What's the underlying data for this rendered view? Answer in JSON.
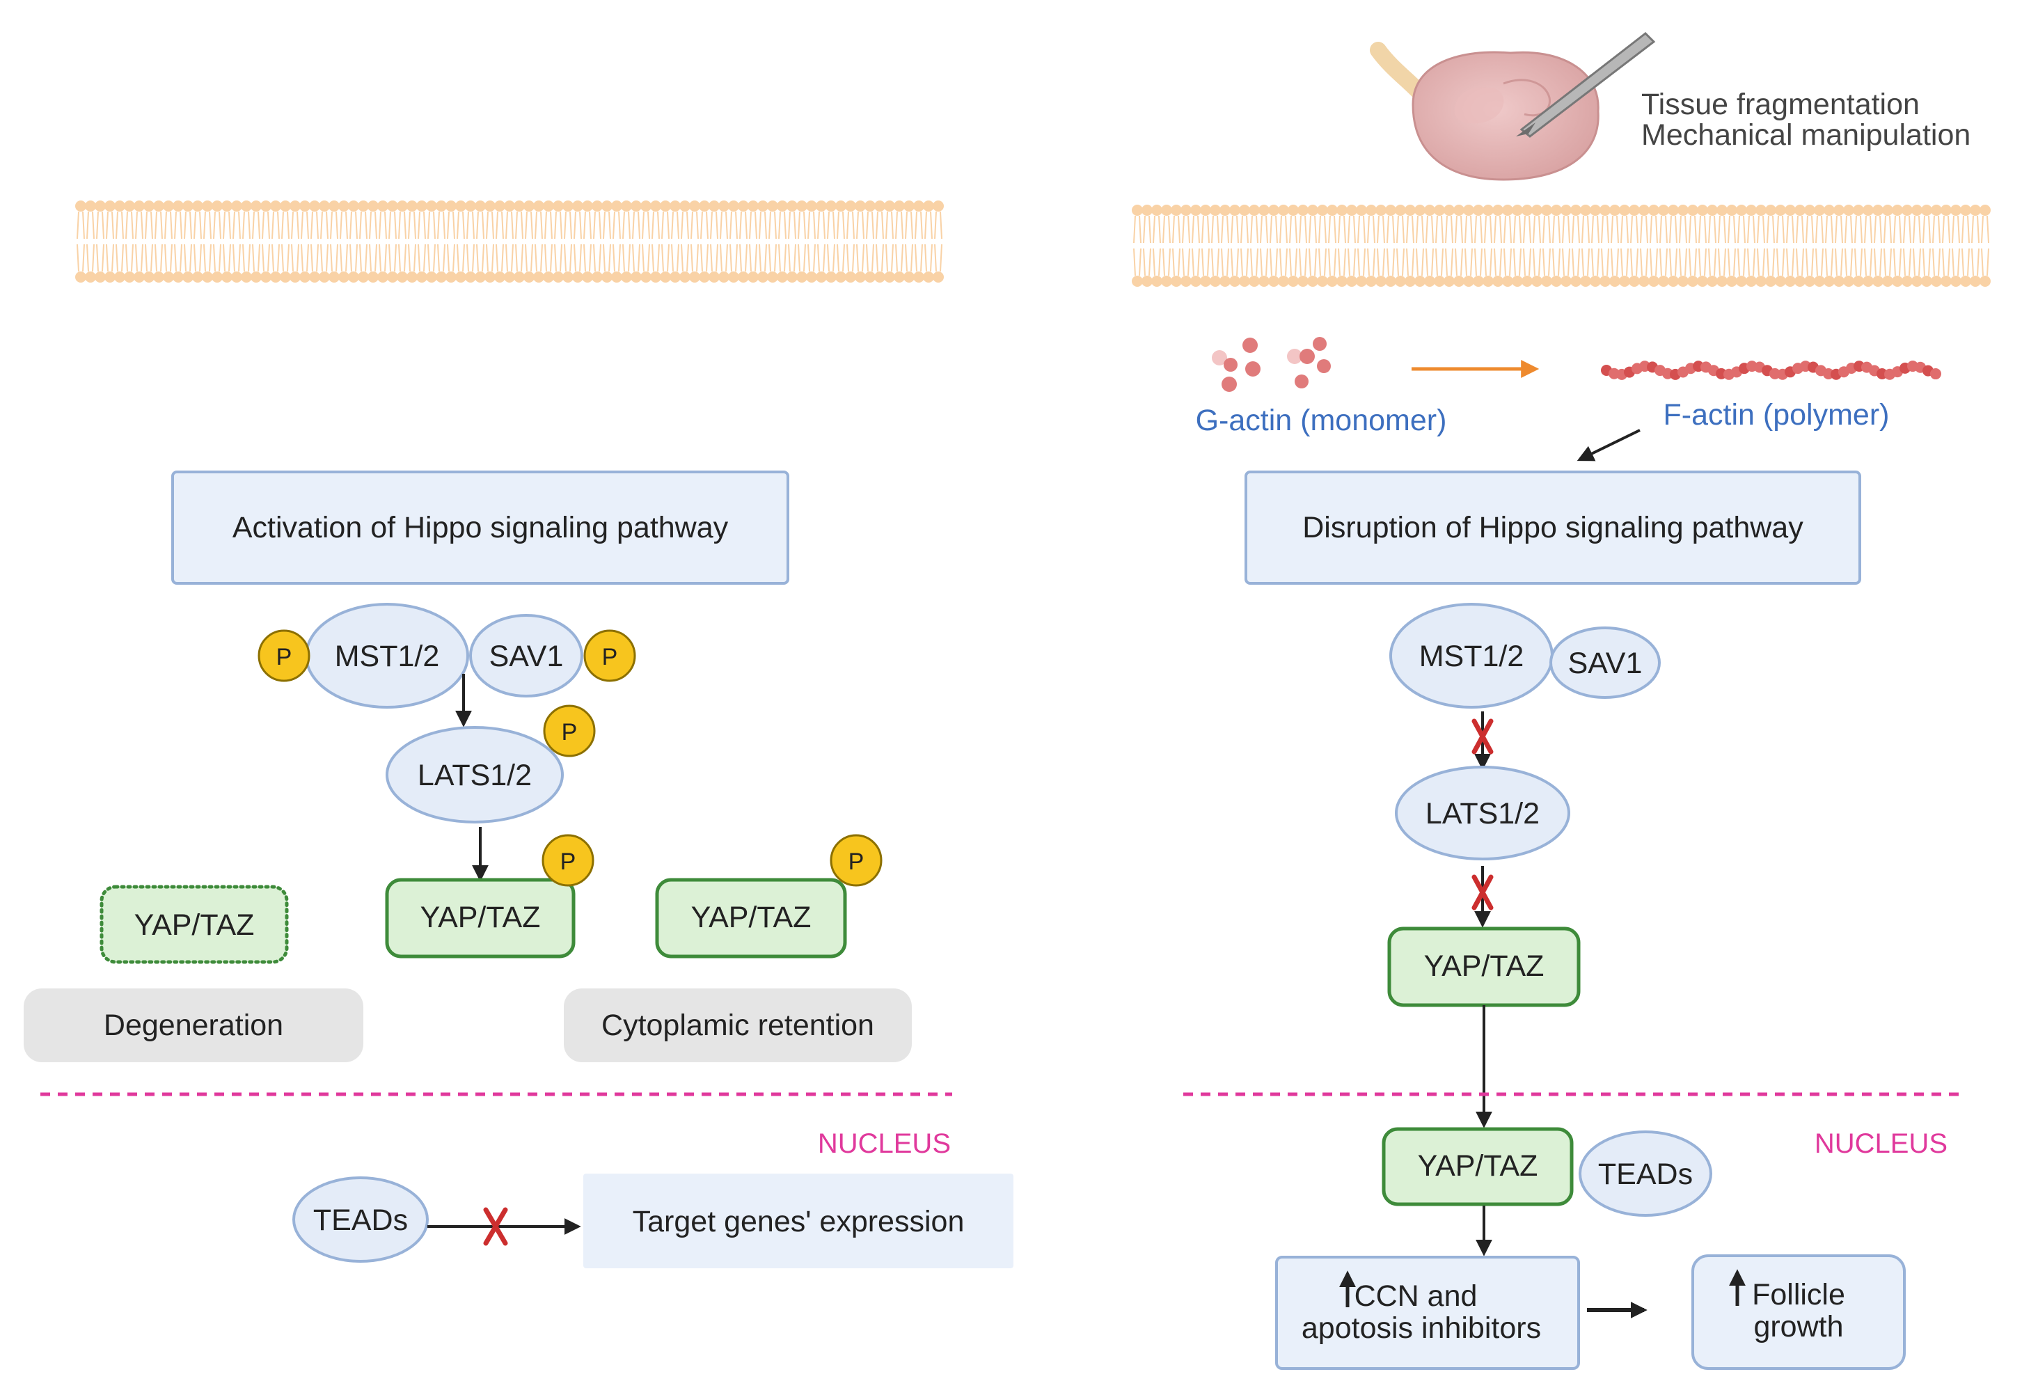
{
  "colors": {
    "membrane": "#f9d2a6",
    "box_fill": "#e9f0fa",
    "box_stroke": "#98b2d8",
    "oval_fill": "#e4ecf8",
    "oval_stroke": "#98b2d8",
    "green_fill": "#dcf1d6",
    "green_stroke": "#3e8b3a",
    "gray_fill": "#e5e5e5",
    "phospho_fill": "#f7c51e",
    "phospho_stroke": "#8c7000",
    "nucleus_line": "#e0399c",
    "actin_label": "#3d6fbf",
    "orange_arrow": "#ee8a2e",
    "x_mark": "#cc2e2e",
    "text": "#222222"
  },
  "phospho_label": "P",
  "left": {
    "title": "Activation of Hippo signaling pathway",
    "mst": "MST1/2",
    "sav": "SAV1",
    "lats": "LATS1/2",
    "yap_degenerating": "YAP/TAZ",
    "yap_center": "YAP/TAZ",
    "yap_retained": "YAP/TAZ",
    "degeneration": "Degeneration",
    "retention": "Cytoplamic retention",
    "nucleus": "NUCLEUS",
    "teads": "TEADs",
    "target_genes": "Target genes' expression"
  },
  "right": {
    "tissue_line1": "Tissue fragmentation",
    "tissue_line2": "Mechanical manipulation",
    "g_actin": "G-actin (monomer)",
    "f_actin": "F-actin (polymer)",
    "title": "Disruption of Hippo signaling pathway",
    "mst": "MST1/2",
    "sav": "SAV1",
    "lats": "LATS1/2",
    "yap_cyto": "YAP/TAZ",
    "nucleus": "NUCLEUS",
    "yap_nuclear": "YAP/TAZ",
    "teads": "TEADs",
    "ccn_line1": "CCN and",
    "ccn_line2": "apotosis inhibitors",
    "follicle_line1": "Follicle",
    "follicle_line2": "growth"
  }
}
